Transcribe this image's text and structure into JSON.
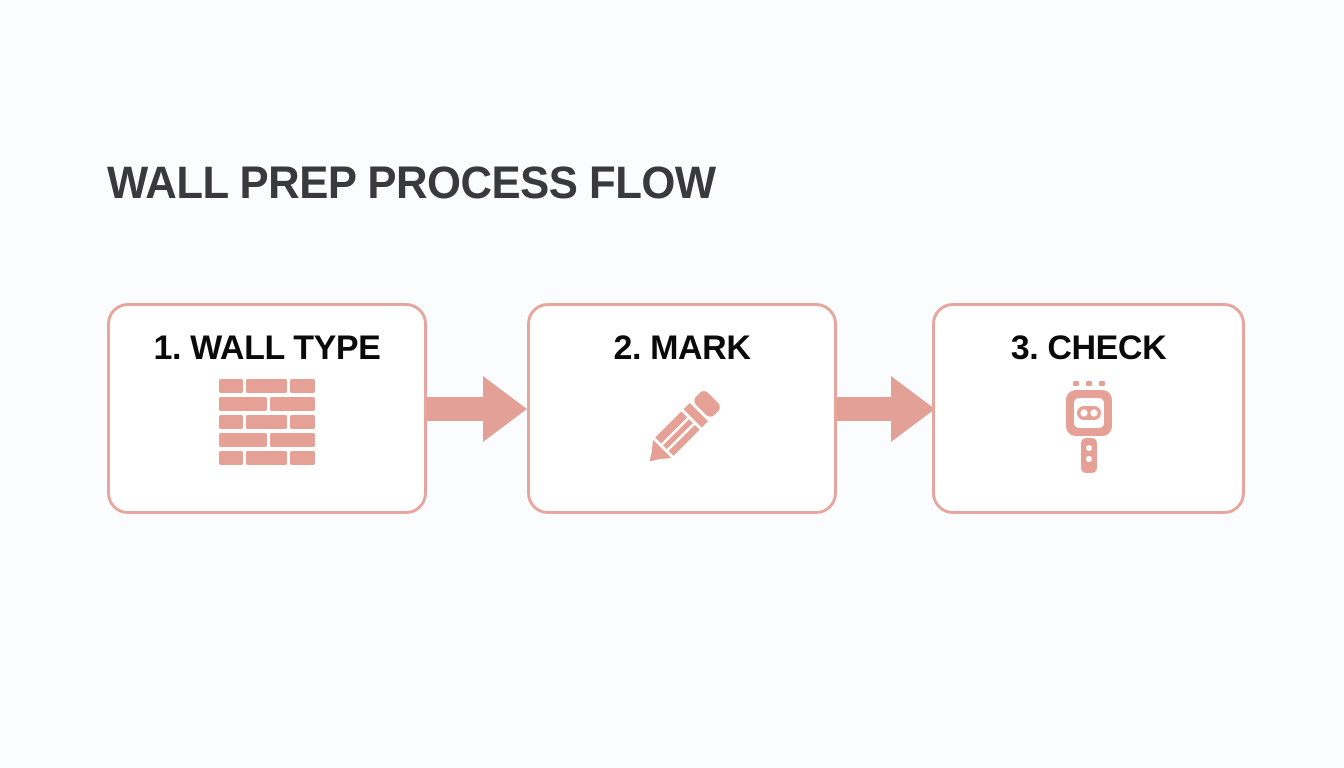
{
  "page": {
    "title": "WALL PREP PROCESS FLOW",
    "background_color": "#fbfcfd",
    "title_color": "#3a3a3c",
    "accent_color": "#e7a69d",
    "icon_color": "#e5a196",
    "card_border_color": "#e7a69d",
    "card_fill_color": "#ffffff",
    "step_title_color": "#0a0a0a"
  },
  "flow": {
    "steps": [
      {
        "label": "1. WALL TYPE",
        "icon": "brick-wall-icon",
        "icon_name": "brick-wall"
      },
      {
        "label": "2. MARK",
        "icon": "pencil-icon",
        "icon_name": "pencil"
      },
      {
        "label": "3. CHECK",
        "icon": "stud-finder-icon",
        "icon_name": "stud-finder"
      }
    ],
    "connectors": [
      {
        "icon": "arrow-right-icon",
        "direction": "right"
      },
      {
        "icon": "arrow-right-icon",
        "direction": "right"
      }
    ]
  }
}
